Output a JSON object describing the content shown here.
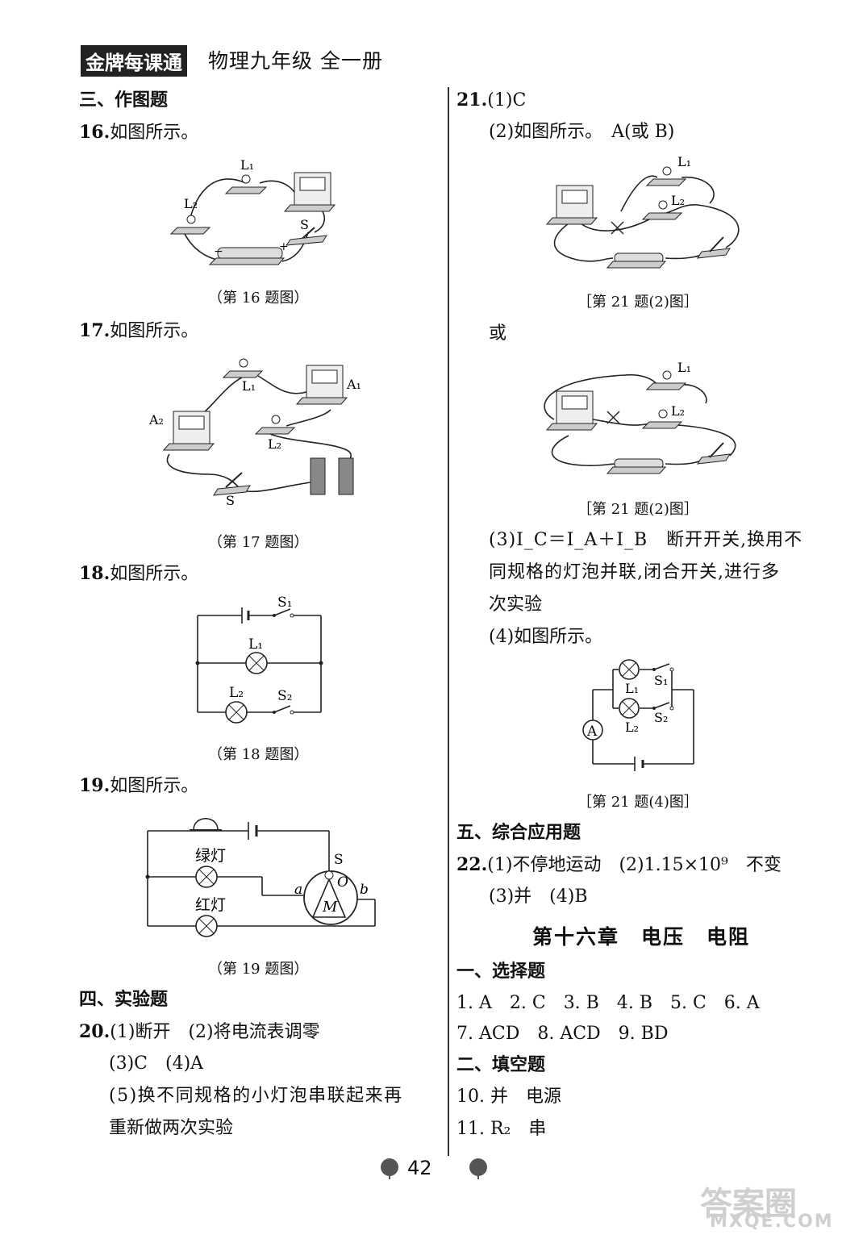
{
  "header": {
    "badge": "金牌每课通",
    "title": "物理九年级  全一册"
  },
  "left": {
    "sec3": "三、作图题",
    "q16": {
      "num": "16.",
      "text": "如图所示。",
      "caption": "（第 16 题图）",
      "labels": {
        "l1": "L₁",
        "l2": "L₂",
        "s": "S"
      }
    },
    "q17": {
      "num": "17.",
      "text": "如图所示。",
      "caption": "（第 17 题图）",
      "labels": {
        "l1": "L₁",
        "l2": "L₂",
        "a1": "A₁",
        "a2": "A₂",
        "s": "S"
      }
    },
    "q18": {
      "num": "18.",
      "text": "如图所示。",
      "caption": "（第 18 题图）",
      "labels": {
        "s1": "S₁",
        "l1": "L₁",
        "l2": "L₂",
        "s2": "S₂"
      }
    },
    "q19": {
      "num": "19.",
      "text": "如图所示。",
      "caption": "（第 19 题图）",
      "labels": {
        "green": "绿灯",
        "red": "红灯",
        "s": "S",
        "o": "O",
        "a": "a",
        "b": "b",
        "m": "M"
      }
    },
    "sec4": "四、实验题",
    "q20": {
      "num": "20.",
      "line1": "(1)断开　(2)将电流表调零",
      "line2": "(3)C　(4)A",
      "line3": "(5)换不同规格的小灯泡串联起来再",
      "line4": "重新做两次实验"
    }
  },
  "right": {
    "q21": {
      "num": "21.",
      "line1": "(1)C",
      "line2": "(2)如图所示。　A(或 B)",
      "caption_a": "［第 21 题(2)图］",
      "or": "或",
      "caption_b": "［第 21 题(2)图］",
      "line3": "(3)I_C＝I_A＋I_B　断开开关,换用不",
      "line4": "同规格的灯泡并联,闭合开关,进行多",
      "line5": "次实验",
      "line6": "(4)如图所示。",
      "caption_c": "［第 21 题(4)图］",
      "labels": {
        "l1": "L₁",
        "l2": "L₂",
        "s1": "S₁",
        "s2": "S₂",
        "a": "A"
      }
    },
    "sec5": "五、综合应用题",
    "q22": {
      "num": "22.",
      "line1": "(1)不停地运动　(2)1.15×10⁹　不变",
      "line2": "(3)并　(4)B"
    },
    "chapter": "第十六章　电压　电阻",
    "sec1": "一、选择题",
    "answers1": "1. A　2. C　3. B　4. B　5. C　6. A",
    "answers2": "7. ACD　8. ACD　9. BD",
    "sec2": "二、填空题",
    "q10": "10. 并　电源",
    "q11": "11. R₂　串"
  },
  "footer": {
    "page": "42",
    "watermark1": "答案圈",
    "watermark2": "MXQE.COM"
  }
}
